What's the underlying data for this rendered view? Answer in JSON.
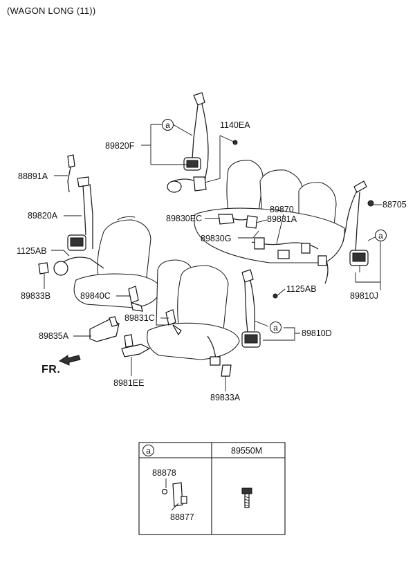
{
  "title": "(WAGON LONG (11))",
  "orientation_label": "FR.",
  "callout_symbol": "a",
  "labels": {
    "p89820F": "89820F",
    "p1140EA": "1140EA",
    "p88891A": "88891A",
    "p89820A": "89820A",
    "p89870": "89870",
    "p88705": "88705",
    "p89830EC": "89830EC",
    "p89831A": "89831A",
    "p89830G": "89830G",
    "p1125AB_left": "1125AB",
    "p89833B": "89833B",
    "p89840C": "89840C",
    "p1125AB_mid": "1125AB",
    "p89810J": "89810J",
    "p89831C": "89831C",
    "p89835A": "89835A",
    "p89810D": "89810D",
    "p8981EE": "8981EE",
    "p89833A": "89833A"
  },
  "legend_table": {
    "col1_symbol": "a",
    "col2_header": "89550M",
    "p88878": "88878",
    "p88877": "88877"
  }
}
